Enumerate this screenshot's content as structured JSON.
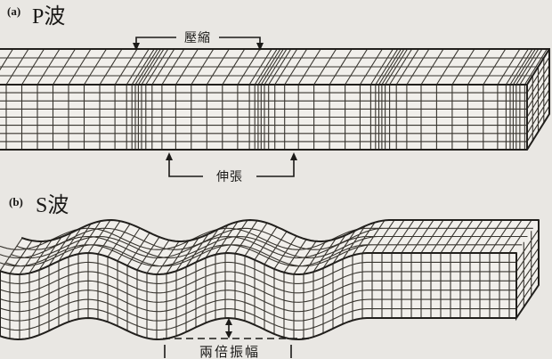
{
  "colors": {
    "background": "#e9e7e3",
    "grid_line": "#38352f",
    "edge_line": "#211f1c",
    "face_fill": "#f1efeb",
    "annotation": "#1b1a18"
  },
  "panel_a": {
    "index": "(a)",
    "title": "P波",
    "labels": {
      "compression": "壓縮",
      "extension": "伸張"
    }
  },
  "panel_b": {
    "index": "(b)",
    "title": "S波",
    "labels": {
      "double_amplitude": "兩倍振幅"
    }
  }
}
